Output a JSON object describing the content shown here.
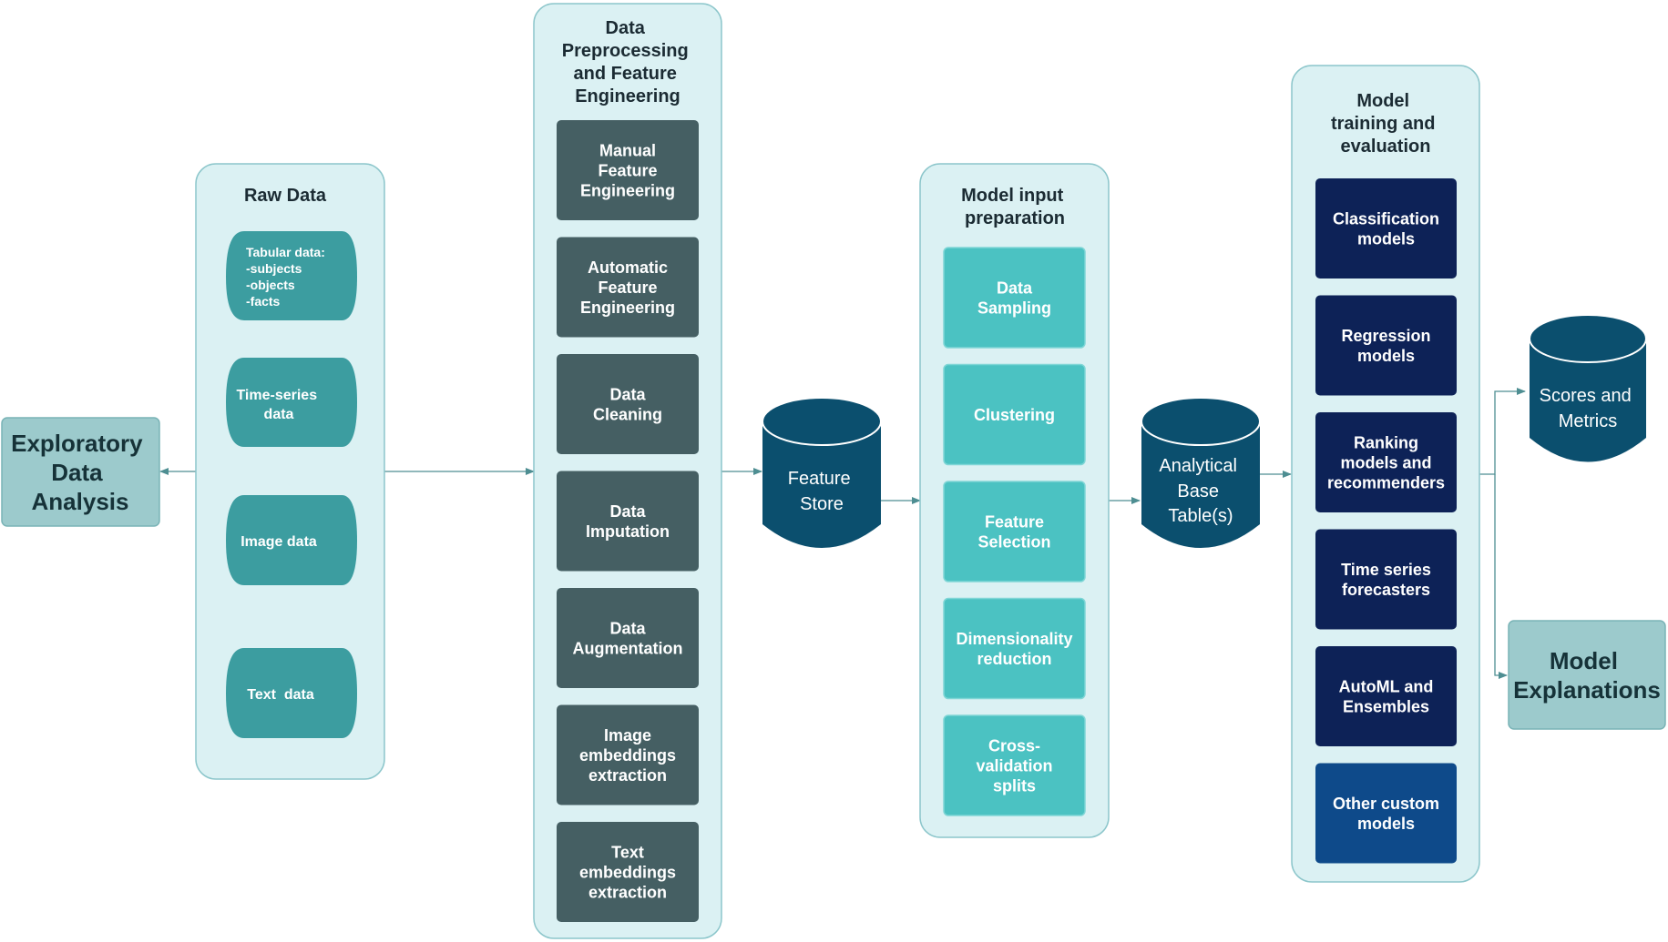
{
  "colors": {
    "panel_fill": "#dbf1f3",
    "panel_border": "#8cc6cb",
    "raw_data_shape": "#3c9da0",
    "preprocessing_box": "#455f63",
    "model_prep_box": "#4bc2c2",
    "model_box": "#0d2257",
    "model_box_last": "#0e4a8a",
    "store_cylinder": "#0b4f6e",
    "side_box": "#9ccacc",
    "arrow": "#4e8e92"
  },
  "eda": {
    "label": [
      "Exploratory",
      "Data",
      "Analysis"
    ]
  },
  "raw_data": {
    "title": "Raw Data",
    "items": [
      {
        "lines": [
          "Tabular data:",
          "-subjects",
          "-objects",
          "-facts"
        ]
      },
      {
        "lines": [
          "Time-series",
          "data"
        ]
      },
      {
        "lines": [
          "Image data"
        ]
      },
      {
        "lines": [
          "Text  data"
        ]
      }
    ]
  },
  "preprocessing": {
    "title": [
      "Data",
      "Preprocessing",
      "and Feature",
      "Engineering"
    ],
    "steps": [
      {
        "lines": [
          "Manual",
          "Feature",
          "Engineering"
        ]
      },
      {
        "lines": [
          "Automatic",
          "Feature",
          "Engineering"
        ]
      },
      {
        "lines": [
          "Data",
          "Cleaning"
        ]
      },
      {
        "lines": [
          "Data",
          "Imputation"
        ]
      },
      {
        "lines": [
          "Data",
          "Augmentation"
        ]
      },
      {
        "lines": [
          "Image",
          "embeddings",
          "extraction"
        ]
      },
      {
        "lines": [
          "Text",
          "embeddings",
          "extraction"
        ]
      }
    ]
  },
  "feature_store": {
    "label": [
      "Feature",
      "Store"
    ]
  },
  "model_input": {
    "title": [
      "Model input",
      "preparation"
    ],
    "steps": [
      {
        "lines": [
          "Data",
          "Sampling"
        ]
      },
      {
        "lines": [
          "Clustering"
        ]
      },
      {
        "lines": [
          "Feature",
          "Selection"
        ]
      },
      {
        "lines": [
          "Dimensionality",
          "reduction"
        ]
      },
      {
        "lines": [
          "Cross-",
          "validation",
          "splits"
        ]
      }
    ]
  },
  "abt": {
    "label": [
      "Analytical",
      "Base",
      "Table(s)"
    ]
  },
  "training": {
    "title": [
      "Model",
      "training and",
      "evaluation"
    ],
    "models": [
      {
        "lines": [
          "Classification",
          "models"
        ]
      },
      {
        "lines": [
          "Regression",
          "models"
        ]
      },
      {
        "lines": [
          "Ranking",
          "models and",
          "recommenders"
        ]
      },
      {
        "lines": [
          "Time series",
          "forecasters"
        ]
      },
      {
        "lines": [
          "AutoML and",
          "Ensembles"
        ]
      },
      {
        "lines": [
          "Other custom",
          "models"
        ]
      }
    ]
  },
  "scores": {
    "label": [
      "Scores and",
      "Metrics"
    ]
  },
  "explanations": {
    "label": [
      "Model",
      "Explanations"
    ]
  }
}
